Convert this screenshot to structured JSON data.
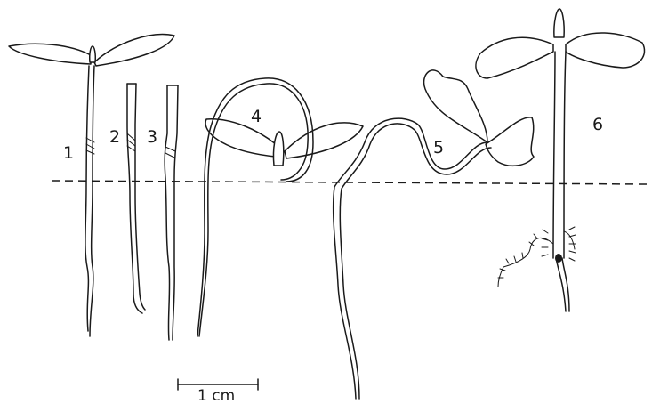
{
  "figure": {
    "seedling_labels": [
      "1",
      "2",
      "3",
      "4",
      "5",
      "6"
    ],
    "scale_bar_label": "1 cm"
  }
}
